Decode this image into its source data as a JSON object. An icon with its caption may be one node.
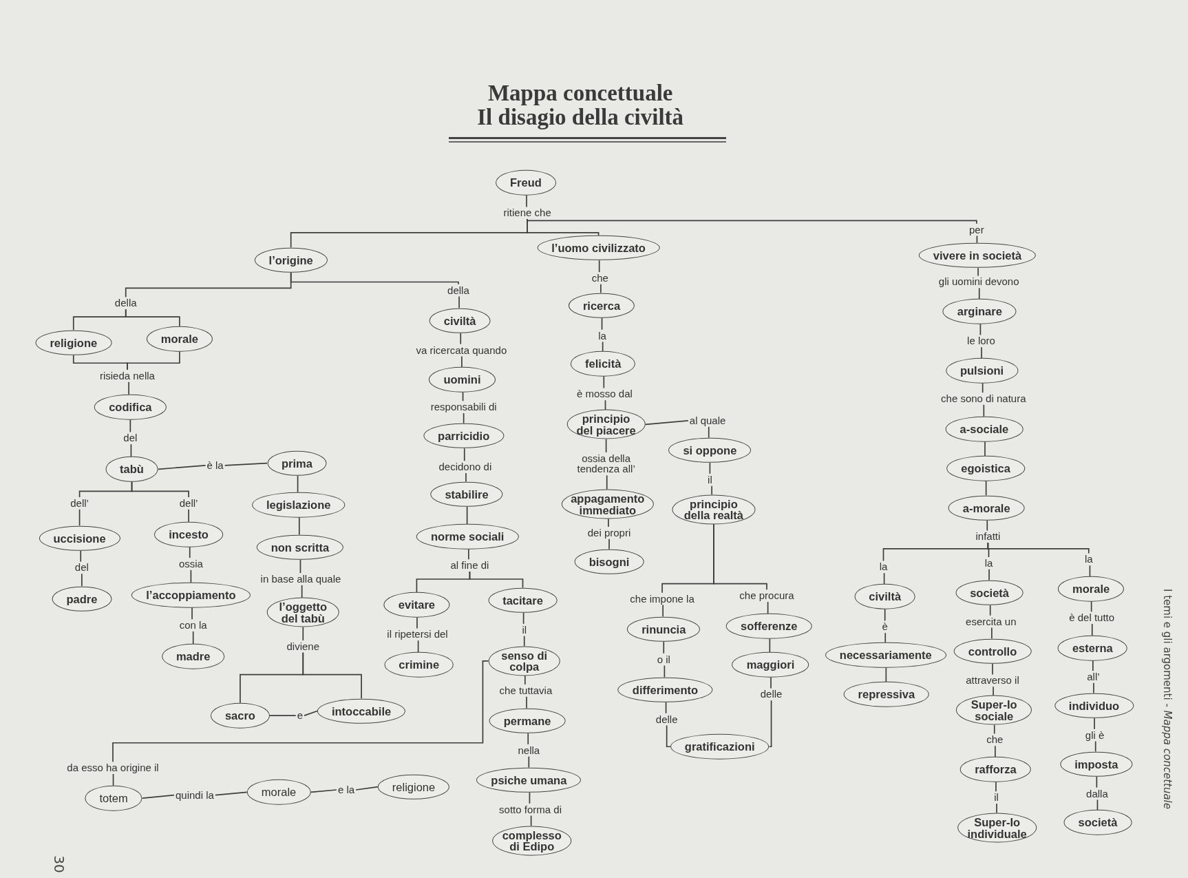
{
  "diagram": {
    "title": "Mappa concettuale",
    "nodes": [
      {
        "text": [
          "Freud"
        ]
      },
      {
        "text": [
          "ritiene che"
        ]
      },
      {
        "text": [
          "l’origine"
        ]
      },
      {
        "text": [
          "l’uomo civilizzato"
        ]
      },
      {
        "text": [
          "per"
        ]
      },
      {
        "text": [
          "vivere in società"
        ]
      },
      {
        "text": [
          "della"
        ]
      },
      {
        "text": [
          "della"
        ]
      },
      {
        "text": [
          "religione"
        ]
      },
      {
        "text": [
          "morale"
        ]
      },
      {
        "text": [
          "risieda nella"
        ]
      },
      {
        "text": [
          "codifica"
        ]
      },
      {
        "text": [
          "del"
        ]
      },
      {
        "text": [
          "tabù"
        ]
      },
      {
        "text": [
          "è la"
        ]
      },
      {
        "text": [
          "prima"
        ]
      },
      {
        "text": [
          "dell’"
        ]
      },
      {
        "text": [
          "dell’"
        ]
      },
      {
        "text": [
          "uccisione"
        ]
      },
      {
        "text": [
          "incesto"
        ]
      },
      {
        "text": [
          "del"
        ]
      },
      {
        "text": [
          "ossia"
        ]
      },
      {
        "text": [
          "padre"
        ]
      },
      {
        "text": [
          "l’accoppiamento"
        ]
      },
      {
        "text": [
          "con la"
        ]
      },
      {
        "text": [
          "madre"
        ]
      },
      {
        "text": [
          "legislazione"
        ]
      },
      {
        "text": [
          "non scritta"
        ]
      },
      {
        "text": [
          "in base alla quale"
        ]
      },
      {
        "text": [
          "l’oggetto del tabù"
        ]
      },
      {
        "text": [
          "diviene"
        ]
      },
      {
        "text": [
          "sacro"
        ]
      },
      {
        "text": [
          "e"
        ]
      },
      {
        "text": [
          "intoccabile"
        ]
      },
      {
        "text": [
          "civiltà"
        ]
      },
      {
        "text": [
          "va ricercata quando"
        ]
      },
      {
        "text": [
          "uomini"
        ]
      },
      {
        "text": [
          "responsabili di"
        ]
      },
      {
        "text": [
          "parricidio"
        ]
      },
      {
        "text": [
          "decidono di"
        ]
      },
      {
        "text": [
          "stabilire"
        ]
      },
      {
        "text": [
          "norme sociali"
        ]
      },
      {
        "text": [
          "al fine di"
        ]
      },
      {
        "text": [
          "evitare"
        ]
      },
      {
        "text": [
          "tacitare"
        ]
      },
      {
        "text": [
          "il ripetersi del"
        ]
      },
      {
        "text": [
          "crimine"
        ]
      },
      {
        "text": [
          "il"
        ]
      },
      {
        "text": [
          "senso di colpa"
        ]
      },
      {
        "text": [
          "che tuttavia"
        ]
      },
      {
        "text": [
          "permane"
        ]
      },
      {
        "text": [
          "nella"
        ]
      },
      {
        "text": [
          "psiche umana"
        ]
      },
      {
        "text": [
          "sotto forma di"
        ]
      },
      {
        "text": [
          "complesso di Edipo"
        ]
      },
      {
        "text": [
          "da esso ha origine il"
        ]
      },
      {
        "text": [
          "totem"
        ]
      },
      {
        "text": [
          "quindi la"
        ]
      },
      {
        "text": [
          "morale"
        ]
      },
      {
        "text": [
          "e la"
        ]
      },
      {
        "text": [
          "religione"
        ]
      },
      {
        "text": [
          "che"
        ]
      },
      {
        "text": [
          "ricerca"
        ]
      },
      {
        "text": [
          "la"
        ]
      },
      {
        "text": [
          "felicità"
        ]
      },
      {
        "text": [
          "è mosso dal"
        ]
      },
      {
        "text": [
          "principio del piacere"
        ]
      },
      {
        "text": [
          "al quale"
        ]
      },
      {
        "text": [
          "si oppone"
        ]
      },
      {
        "text": [
          "il"
        ]
      },
      {
        "text": [
          "principio della realtà"
        ]
      },
      {
        "text": [
          "ossia della tendenza all’"
        ]
      },
      {
        "text": [
          "appagamento immediato"
        ]
      },
      {
        "text": [
          "dei propri"
        ]
      },
      {
        "text": [
          "bisogni"
        ]
      },
      {
        "text": [
          "che impone la"
        ]
      },
      {
        "text": [
          "che procura"
        ]
      },
      {
        "text": [
          "rinuncia"
        ]
      },
      {
        "text": [
          "sofferenze"
        ]
      },
      {
        "text": [
          "o il"
        ]
      },
      {
        "text": [
          "maggiori"
        ]
      },
      {
        "text": [
          "differimento"
        ]
      },
      {
        "text": [
          "delle"
        ]
      },
      {
        "text": [
          "delle"
        ]
      },
      {
        "text": [
          "gratificazioni"
        ]
      },
      {
        "text": [
          "gli uomini devono"
        ]
      },
      {
        "text": [
          "arginare"
        ]
      },
      {
        "text": [
          "le loro"
        ]
      },
      {
        "text": [
          "pulsioni"
        ]
      },
      {
        "text": [
          "che sono di natura"
        ]
      },
      {
        "text": [
          "a-sociale"
        ]
      },
      {
        "text": [
          "egoistica"
        ]
      },
      {
        "text": [
          "a-morale"
        ]
      },
      {
        "text": [
          "infatti"
        ]
      },
      {
        "text": [
          "la"
        ]
      },
      {
        "text": [
          "la"
        ]
      },
      {
        "text": [
          "la"
        ]
      },
      {
        "text": [
          "civiltà"
        ]
      },
      {
        "text": [
          "società"
        ]
      },
      {
        "text": [
          "morale"
        ]
      },
      {
        "text": [
          "è"
        ]
      },
      {
        "text": [
          "esercita un"
        ]
      },
      {
        "text": [
          "è del tutto"
        ]
      },
      {
        "text": [
          "necessariamente"
        ]
      },
      {
        "text": [
          "controllo"
        ]
      },
      {
        "text": [
          "esterna"
        ]
      },
      {
        "text": [
          "repressiva"
        ]
      },
      {
        "text": [
          "attraverso il"
        ]
      },
      {
        "text": [
          "all’"
        ]
      },
      {
        "text": [
          "Super-Io sociale"
        ]
      },
      {
        "text": [
          "individuo"
        ]
      },
      {
        "text": [
          "che"
        ]
      },
      {
        "text": [
          "gli è"
        ]
      },
      {
        "text": [
          "rafforza"
        ]
      },
      {
        "text": [
          "imposta"
        ]
      },
      {
        "text": [
          "il"
        ]
      },
      {
        "text": [
          "dalla"
        ]
      },
      {
        "text": [
          "Super-Io individuale"
        ]
      },
      {
        "text": [
          "società"
        ]
      }
    ],
    "edges": [
      {
        "from": 0,
        "to": 1,
        "arrow": "none"
      },
      {
        "from": 1,
        "to": 2,
        "arrow": "none"
      },
      {
        "from": 1,
        "to": 3,
        "arrow": "none"
      },
      {
        "from": 1,
        "to": 4,
        "arrow": "none"
      },
      {
        "from": 4,
        "to": 5,
        "arrow": "none"
      },
      {
        "from": 2,
        "to": 6,
        "arrow": "none"
      },
      {
        "from": 2,
        "to": 7,
        "arrow": "none"
      },
      {
        "from": 6,
        "to": 8,
        "arrow": "none"
      },
      {
        "from": 6,
        "to": 9,
        "arrow": "none"
      },
      {
        "from": 7,
        "to": 34,
        "arrow": "none"
      },
      {
        "from": 8,
        "to": 10,
        "arrow": "none"
      },
      {
        "from": 9,
        "to": 10,
        "arrow": "none"
      },
      {
        "from": 10,
        "to": 11,
        "arrow": "none"
      },
      {
        "from": 11,
        "to": 12,
        "arrow": "none"
      },
      {
        "from": 12,
        "to": 13,
        "arrow": "none"
      },
      {
        "from": 13,
        "to": 14,
        "arrow": "none"
      },
      {
        "from": 14,
        "to": 15,
        "arrow": "none"
      },
      {
        "from": 15,
        "to": 26,
        "arrow": "none"
      },
      {
        "from": 26,
        "to": 27,
        "arrow": "none"
      },
      {
        "from": 27,
        "to": 28,
        "arrow": "none"
      },
      {
        "from": 28,
        "to": 29,
        "arrow": "none"
      },
      {
        "from": 29,
        "to": 30,
        "arrow": "none"
      },
      {
        "from": 30,
        "to": 31,
        "arrow": "none"
      },
      {
        "from": 30,
        "to": 33,
        "arrow": "none"
      },
      {
        "from": 31,
        "to": 32,
        "arrow": "none"
      },
      {
        "from": 32,
        "to": 33,
        "arrow": "none"
      },
      {
        "from": 13,
        "to": 16,
        "arrow": "none"
      },
      {
        "from": 13,
        "to": 17,
        "arrow": "none"
      },
      {
        "from": 16,
        "to": 18,
        "arrow": "none"
      },
      {
        "from": 17,
        "to": 19,
        "arrow": "none"
      },
      {
        "from": 18,
        "to": 20,
        "arrow": "none"
      },
      {
        "from": 20,
        "to": 22,
        "arrow": "none"
      },
      {
        "from": 19,
        "to": 21,
        "arrow": "none"
      },
      {
        "from": 21,
        "to": 23,
        "arrow": "none"
      },
      {
        "from": 23,
        "to": 24,
        "arrow": "none"
      },
      {
        "from": 24,
        "to": 25,
        "arrow": "none"
      },
      {
        "from": 34,
        "to": 35,
        "arrow": "none"
      },
      {
        "from": 35,
        "to": 36,
        "arrow": "none"
      },
      {
        "from": 36,
        "to": 37,
        "arrow": "none"
      },
      {
        "from": 37,
        "to": 38,
        "arrow": "none"
      },
      {
        "from": 38,
        "to": 39,
        "arrow": "none"
      },
      {
        "from": 39,
        "to": 40,
        "arrow": "none"
      },
      {
        "from": 40,
        "to": 41,
        "arrow": "none"
      },
      {
        "from": 41,
        "to": 42,
        "arrow": "none"
      },
      {
        "from": 42,
        "to": 43,
        "arrow": "none"
      },
      {
        "from": 42,
        "to": 44,
        "arrow": "none"
      },
      {
        "from": 43,
        "to": 45,
        "arrow": "none"
      },
      {
        "from": 45,
        "to": 46,
        "arrow": "none"
      },
      {
        "from": 44,
        "to": 47,
        "arrow": "none"
      },
      {
        "from": 47,
        "to": 48,
        "arrow": "none"
      },
      {
        "from": 48,
        "to": 49,
        "arrow": "none"
      },
      {
        "from": 49,
        "to": 50,
        "arrow": "none"
      },
      {
        "from": 50,
        "to": 51,
        "arrow": "none"
      },
      {
        "from": 51,
        "to": 52,
        "arrow": "none"
      },
      {
        "from": 52,
        "to": 53,
        "arrow": "none"
      },
      {
        "from": 53,
        "to": 54,
        "arrow": "none"
      },
      {
        "from": 48,
        "to": 55,
        "arrow": "none"
      },
      {
        "from": 55,
        "to": 56,
        "arrow": "none"
      },
      {
        "from": 56,
        "to": 57,
        "arrow": "none"
      },
      {
        "from": 57,
        "to": 58,
        "arrow": "none"
      },
      {
        "from": 58,
        "to": 59,
        "arrow": "none"
      },
      {
        "from": 59,
        "to": 60,
        "arrow": "none"
      },
      {
        "from": 3,
        "to": 61,
        "arrow": "none"
      },
      {
        "from": 61,
        "to": 62,
        "arrow": "none"
      },
      {
        "from": 62,
        "to": 63,
        "arrow": "none"
      },
      {
        "from": 63,
        "to": 64,
        "arrow": "none"
      },
      {
        "from": 64,
        "to": 65,
        "arrow": "none"
      },
      {
        "from": 65,
        "to": 66,
        "arrow": "none"
      },
      {
        "from": 66,
        "to": 67,
        "arrow": "none"
      },
      {
        "from": 67,
        "to": 68,
        "arrow": "none"
      },
      {
        "from": 68,
        "to": 69,
        "arrow": "none"
      },
      {
        "from": 69,
        "to": 70,
        "arrow": "none"
      },
      {
        "from": 66,
        "to": 71,
        "arrow": "none"
      },
      {
        "from": 71,
        "to": 72,
        "arrow": "none"
      },
      {
        "from": 72,
        "to": 73,
        "arrow": "none"
      },
      {
        "from": 73,
        "to": 74,
        "arrow": "none"
      },
      {
        "from": 70,
        "to": 75,
        "arrow": "none"
      },
      {
        "from": 70,
        "to": 76,
        "arrow": "none"
      },
      {
        "from": 75,
        "to": 77,
        "arrow": "none"
      },
      {
        "from": 76,
        "to": 78,
        "arrow": "none"
      },
      {
        "from": 77,
        "to": 79,
        "arrow": "none"
      },
      {
        "from": 79,
        "to": 81,
        "arrow": "none"
      },
      {
        "from": 78,
        "to": 80,
        "arrow": "none"
      },
      {
        "from": 80,
        "to": 83,
        "arrow": "none"
      },
      {
        "from": 81,
        "to": 82,
        "arrow": "none"
      },
      {
        "from": 82,
        "to": 84,
        "arrow": "none"
      },
      {
        "from": 83,
        "to": 84,
        "arrow": "none"
      },
      {
        "from": 5,
        "to": 85,
        "arrow": "none"
      },
      {
        "from": 85,
        "to": 86,
        "arrow": "none"
      },
      {
        "from": 86,
        "to": 87,
        "arrow": "none"
      },
      {
        "from": 87,
        "to": 88,
        "arrow": "none"
      },
      {
        "from": 88,
        "to": 89,
        "arrow": "none"
      },
      {
        "from": 89,
        "to": 90,
        "arrow": "none"
      },
      {
        "from": 90,
        "to": 91,
        "arrow": "none"
      },
      {
        "from": 91,
        "to": 92,
        "arrow": "none"
      },
      {
        "from": 92,
        "to": 93,
        "arrow": "none"
      },
      {
        "from": 93,
        "to": 94,
        "arrow": "none"
      },
      {
        "from": 93,
        "to": 95,
        "arrow": "none"
      },
      {
        "from": 93,
        "to": 96,
        "arrow": "none"
      },
      {
        "from": 94,
        "to": 97,
        "arrow": "none"
      },
      {
        "from": 95,
        "to": 98,
        "arrow": "none"
      },
      {
        "from": 96,
        "to": 99,
        "arrow": "none"
      },
      {
        "from": 97,
        "to": 100,
        "arrow": "none"
      },
      {
        "from": 100,
        "to": 103,
        "arrow": "none"
      },
      {
        "from": 103,
        "to": 106,
        "arrow": "none"
      },
      {
        "from": 98,
        "to": 101,
        "arrow": "none"
      },
      {
        "from": 101,
        "to": 104,
        "arrow": "none"
      },
      {
        "from": 104,
        "to": 107,
        "arrow": "none"
      },
      {
        "from": 107,
        "to": 109,
        "arrow": "none"
      },
      {
        "from": 109,
        "to": 111,
        "arrow": "none"
      },
      {
        "from": 111,
        "to": 113,
        "arrow": "none"
      },
      {
        "from": 113,
        "to": 115,
        "arrow": "none"
      },
      {
        "from": 115,
        "to": 117,
        "arrow": "none"
      },
      {
        "from": 99,
        "to": 102,
        "arrow": "none"
      },
      {
        "from": 102,
        "to": 105,
        "arrow": "none"
      },
      {
        "from": 105,
        "to": 108,
        "arrow": "none"
      },
      {
        "from": 108,
        "to": 110,
        "arrow": "none"
      },
      {
        "from": 110,
        "to": 112,
        "arrow": "none"
      },
      {
        "from": 112,
        "to": 114,
        "arrow": "none"
      },
      {
        "from": 114,
        "to": 116,
        "arrow": "none"
      },
      {
        "from": 116,
        "to": 118,
        "arrow": "none"
      }
    ],
    "labels": [
      "Il disagio della civiltà",
      "I temi e gli argomenti - *Mappa concettuale*",
      "30"
    ]
  }
}
